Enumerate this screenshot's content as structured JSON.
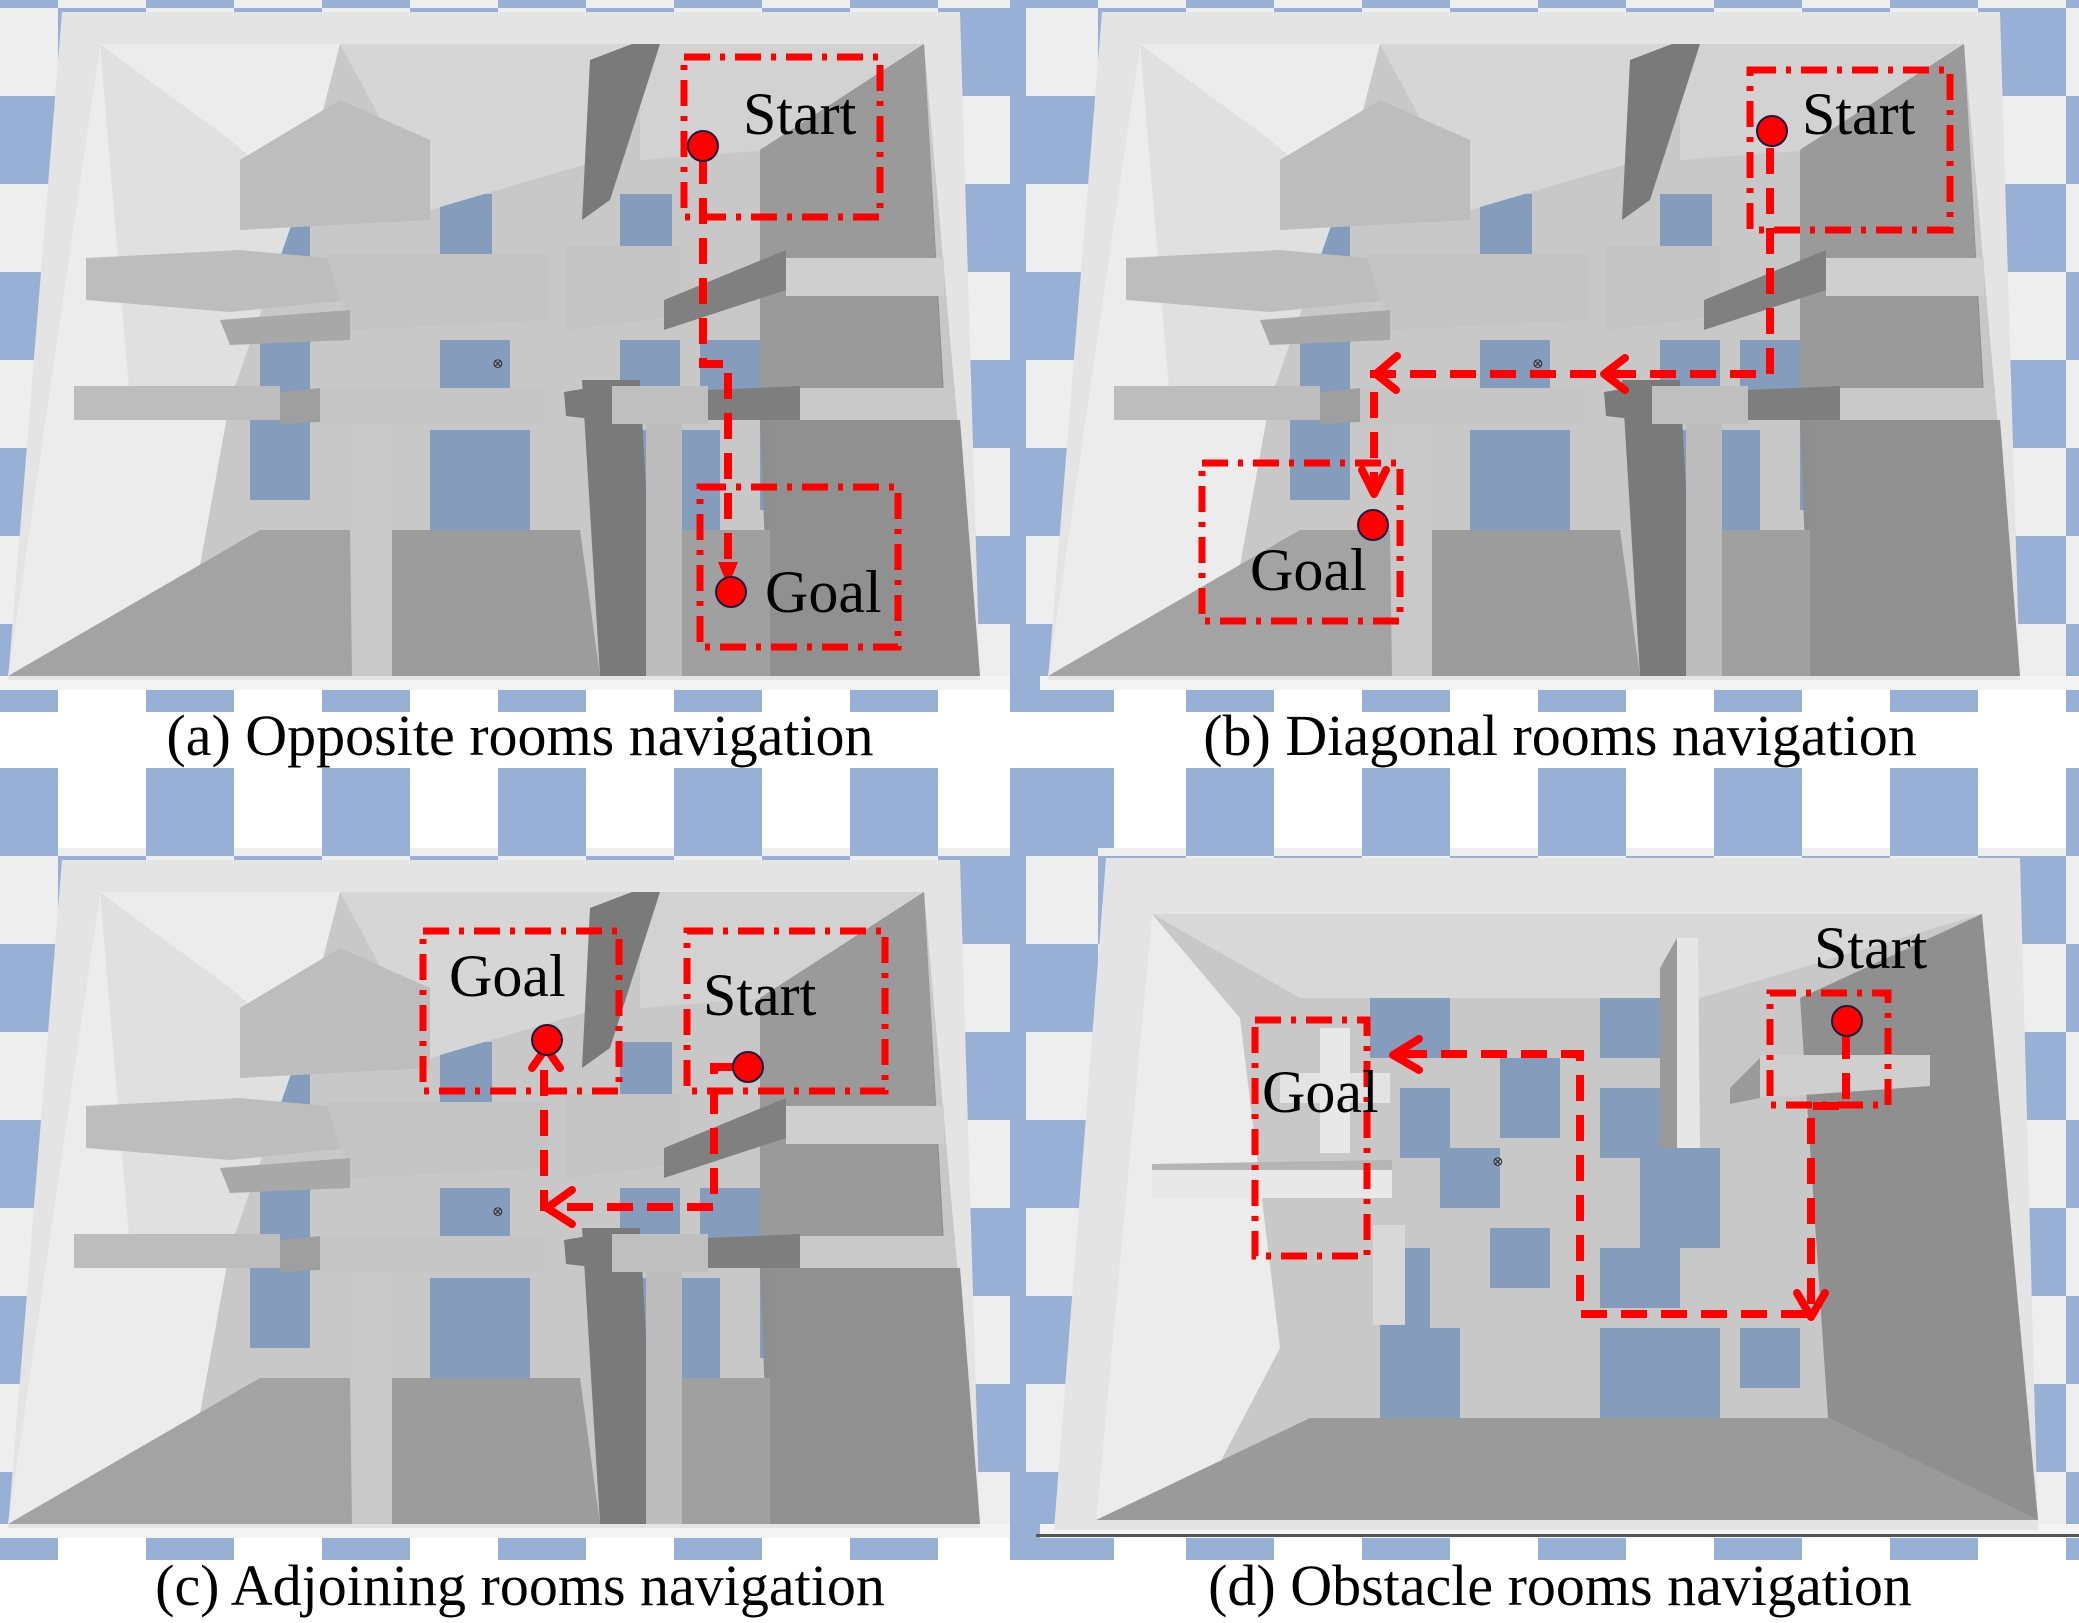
{
  "figure": {
    "colors": {
      "path_red": "#ff0000",
      "marker_outline": "#1a1a40",
      "floor_blue": "#869cbc",
      "floor_blue_light": "#98b0d6",
      "floor_gray": "#c8c8c8",
      "outer_frame": "#e4e4e4",
      "wall_light": "#ececec",
      "wall_mid": "#d6d6d6",
      "wall_gray": "#bdbdbd",
      "wall_dark": "#7a7a7a",
      "wall_shadow": "#939393"
    },
    "panels": [
      {
        "id": "a",
        "caption": "(a) Opposite rooms navigation",
        "scenario": "opposite-rooms",
        "layout": "four-room",
        "start": {
          "label": "Start"
        },
        "goal": {
          "label": "Goal"
        },
        "path_turns": [
          "down"
        ]
      },
      {
        "id": "b",
        "caption": "(b) Diagonal rooms navigation",
        "scenario": "diagonal-rooms",
        "layout": "four-room",
        "start": {
          "label": "Start"
        },
        "goal": {
          "label": "Goal"
        },
        "path_turns": [
          "down",
          "left",
          "down"
        ]
      },
      {
        "id": "c",
        "caption": "(c) Adjoining rooms navigation",
        "scenario": "adjoining-rooms",
        "layout": "four-room",
        "start": {
          "label": "Start"
        },
        "goal": {
          "label": "Goal"
        },
        "path_turns": [
          "down",
          "left",
          "up"
        ]
      },
      {
        "id": "d",
        "caption": "(d) Obstacle rooms navigation",
        "scenario": "obstacle-rooms",
        "layout": "obstacle-room",
        "start": {
          "label": "Start"
        },
        "goal": {
          "label": "Goal"
        },
        "path_turns": [
          "down",
          "left",
          "up",
          "left"
        ]
      }
    ]
  }
}
